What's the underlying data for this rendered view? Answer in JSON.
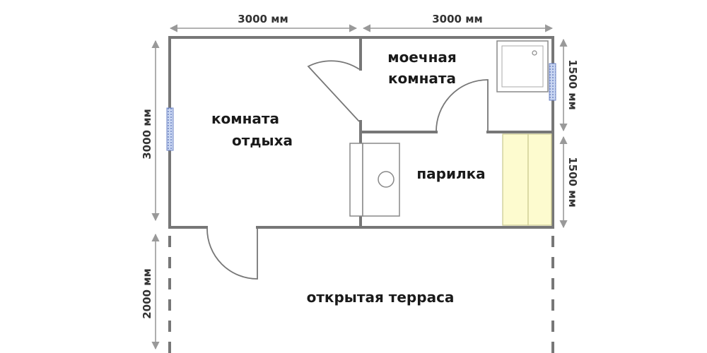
{
  "colors": {
    "wall": "#777777",
    "dim": "#999999",
    "text": "#1a1a1a",
    "bench": "#fdfbcf",
    "window": "#a9bde6"
  },
  "dimensions": {
    "top_left": "3000 мм",
    "top_right": "3000 мм",
    "left_upper": "3000 мм",
    "left_lower": "2000 мм",
    "right_upper": "1500 мм",
    "right_lower": "1500 мм"
  },
  "rooms": {
    "rest_line1": "комната",
    "rest_line2": "отдыха",
    "wash_line1": "моечная",
    "wash_line2": "комната",
    "sauna": "парилка",
    "terrace": "открытая терраса"
  }
}
